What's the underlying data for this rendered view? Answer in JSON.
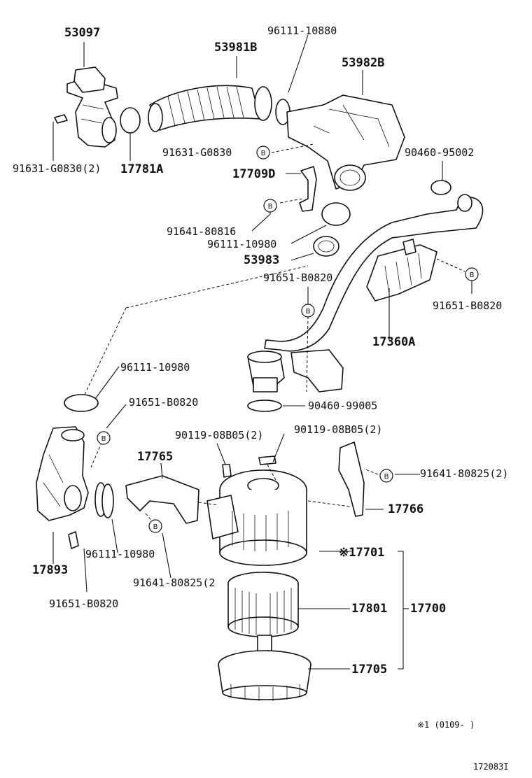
{
  "labels": {
    "p53097": "53097",
    "p53981b": "53981B",
    "p96111_10880": "96111-10880",
    "p53982b": "53982B",
    "p91631_g0830_2": "91631-G0830(2)",
    "p17781a": "17781A",
    "p91631_g0830": "91631-G0830",
    "p17709d": "17709D",
    "p90460_95002": "90460-95002",
    "p91641_80816": "91641-80816",
    "p96111_10980_a": "96111-10980",
    "p53983": "53983",
    "p91651_b0820_a": "91651-B0820",
    "p91651_b0820_b": "91651-B0820",
    "p17360a": "17360A",
    "p96111_10980_b": "96111-10980",
    "p91651_b0820_c": "91651-B0820",
    "p90460_99005": "90460-99005",
    "p90119_08b05_a": "90119-08B05(2)",
    "p90119_08b05_b": "90119-08B05(2)",
    "p17765": "17765",
    "p91641_80825_2a": "91641-80825(2)",
    "p17766": "17766",
    "p17701": "※17701",
    "p17893": "17893",
    "p96111_10980_c": "96111-10980",
    "p91641_80825_2b": "91641-80825(2",
    "p17801": "17801",
    "p17700": "17700",
    "p91651_b0820_d": "91651-B0820",
    "p17705": "17705"
  },
  "callout_letter": "B",
  "footnote": "※1 (0109-      )",
  "diagram_code": "172083I"
}
